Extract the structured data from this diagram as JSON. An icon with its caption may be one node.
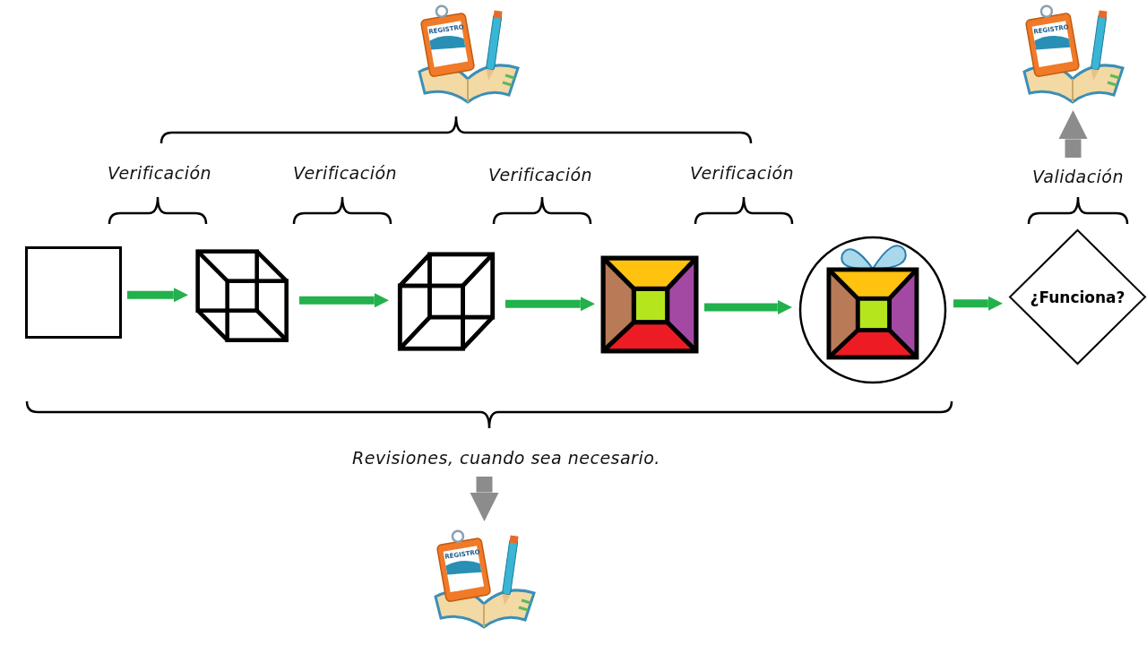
{
  "diagram": {
    "nodes": [
      {
        "text": [
          "REGISTRO"
        ]
      },
      {
        "text": [
          "REGISTRO"
        ]
      },
      {
        "text": [
          "Validación"
        ]
      },
      {
        "text": [],
        "shape": "box"
      },
      {
        "text": [],
        "shape": "picture"
      },
      {
        "text": [],
        "shape": "picture"
      },
      {
        "text": [],
        "shape": "picture"
      },
      {
        "text": [],
        "shape": "picture"
      },
      {
        "text": [
          "¿Funciona?"
        ]
      },
      {
        "text": [
          "Revisiones, cuando sea necesario."
        ]
      },
      {
        "text": [
          "REGISTRO"
        ]
      }
    ],
    "edges": [
      {
        "from": 2,
        "to": 1,
        "arrow": "to",
        "style": "thick",
        "color": "#8c8c8c"
      },
      {
        "from": 3,
        "to": 4,
        "arrow": "to"
      },
      {
        "from": 4,
        "to": 5,
        "arrow": "to"
      },
      {
        "from": 5,
        "to": 6,
        "arrow": "to"
      },
      {
        "from": 6,
        "to": 7,
        "arrow": "to"
      },
      {
        "from": 7,
        "to": 8,
        "arrow": "to"
      },
      {
        "from": 9,
        "to": 10,
        "arrow": "to",
        "style": "thick",
        "color": "#8c8c8c"
      }
    ],
    "labels": [
      "Verificación",
      "Verificación",
      "Verificación",
      "Verificación"
    ]
  }
}
